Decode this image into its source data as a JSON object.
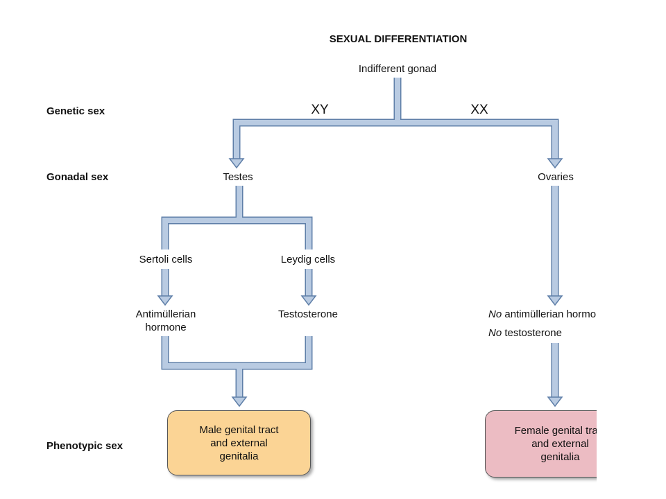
{
  "title": "SEXUAL DIFFERENTIATION",
  "row_labels": {
    "genetic": "Genetic sex",
    "gonadal": "Gonadal sex",
    "phenotypic": "Phenotypic sex"
  },
  "nodes": {
    "indifferent_gonad": "Indifferent gonad",
    "xy": "XY",
    "xx": "XX",
    "testes": "Testes",
    "ovaries": "Ovaries",
    "sertoli": "Sertoli cells",
    "leydig": "Leydig cells",
    "amh_line1": "Antimüllerian",
    "amh_line2": "hormone",
    "testosterone": "Testosterone",
    "no_amh_prefix": "No",
    "no_amh_rest": " antimüllerian hormone",
    "no_testosterone_prefix": "No",
    "no_testosterone_rest": " testosterone"
  },
  "outcomes": {
    "male": "Male genital tract\nand external\ngenitalia",
    "female": "Female genital tract\nand external\ngenitalia"
  },
  "colors": {
    "arrow_fill": "#b9cbe2",
    "arrow_stroke": "#5f7fa8",
    "male_box": "#fbd495",
    "female_box": "#ecbcc3"
  }
}
